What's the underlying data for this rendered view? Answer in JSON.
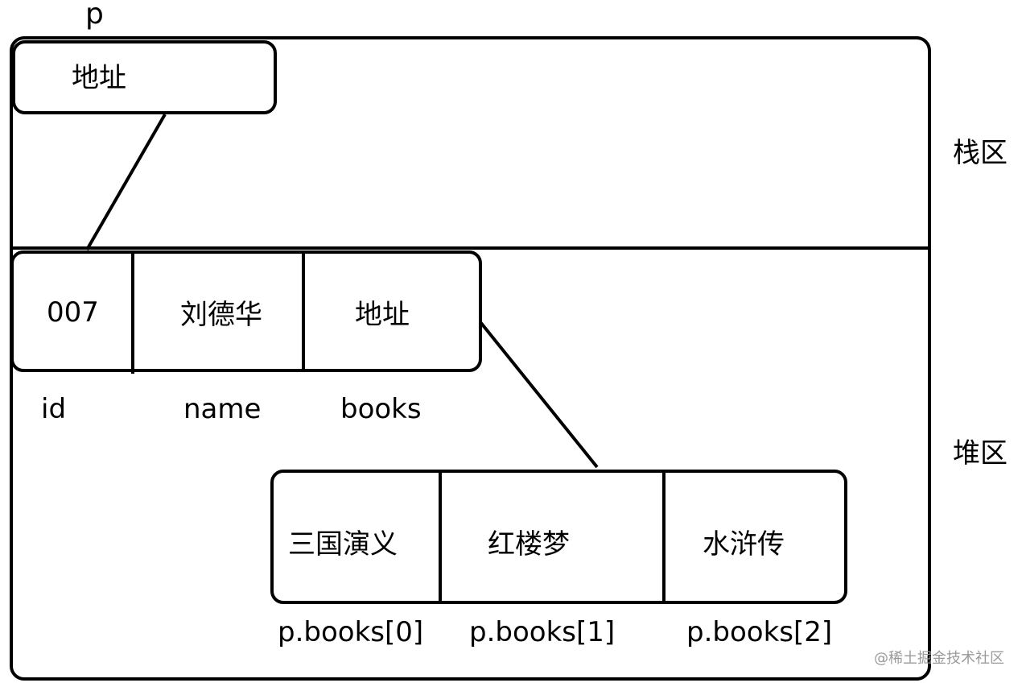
{
  "variable_label": "p",
  "stack": {
    "region_label": "栈区",
    "pointer_cell": "地址"
  },
  "heap": {
    "region_label": "堆区",
    "object": {
      "cells": [
        {
          "value": "007",
          "field": "id"
        },
        {
          "value": "刘德华",
          "field": "name"
        },
        {
          "value": "地址",
          "field": "books"
        }
      ]
    },
    "books_array": {
      "cells": [
        {
          "value": "三国演义",
          "index_label": "p.books[0]"
        },
        {
          "value": "红楼梦",
          "index_label": "p.books[1]"
        },
        {
          "value": "水浒传",
          "index_label": "p.books[2]"
        }
      ]
    }
  },
  "watermark": "@稀土掘金技术社区"
}
